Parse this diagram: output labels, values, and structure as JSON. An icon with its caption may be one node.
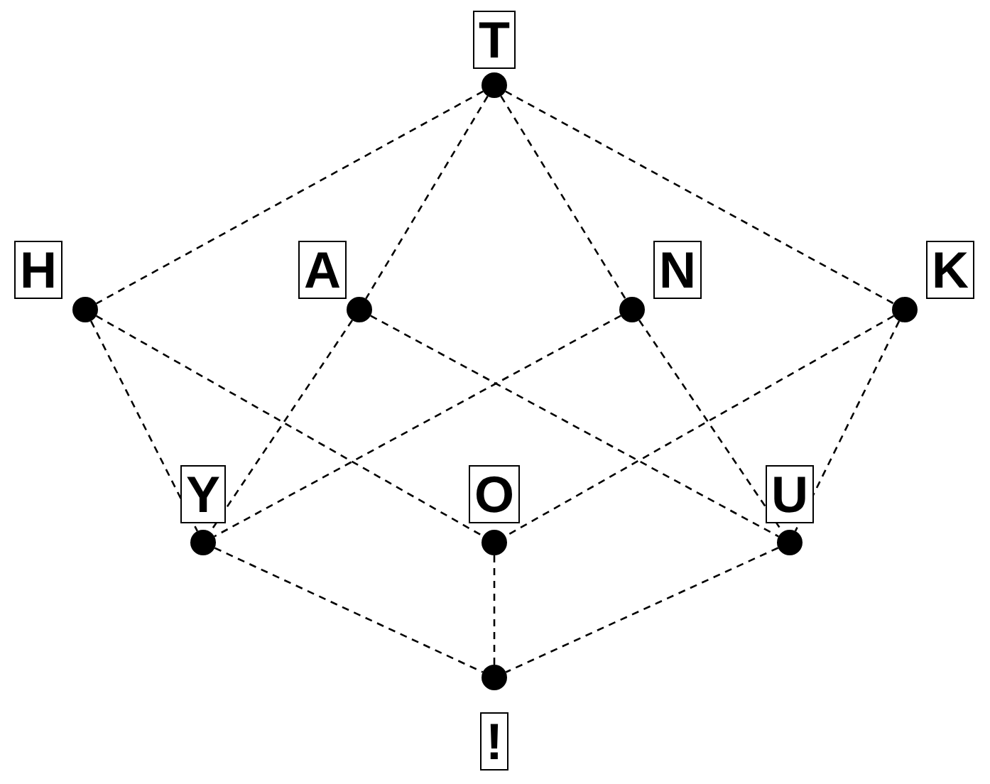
{
  "diagram": {
    "nodes": [
      {
        "text": [],
        "shape": "circle",
        "beside": [
          "T"
        ]
      },
      {
        "text": [],
        "shape": "circle",
        "beside": [
          "H"
        ]
      },
      {
        "text": [],
        "shape": "circle",
        "beside": [
          "A"
        ]
      },
      {
        "text": [],
        "shape": "circle",
        "beside": [
          "N"
        ]
      },
      {
        "text": [],
        "shape": "circle",
        "beside": [
          "K"
        ]
      },
      {
        "text": [],
        "shape": "circle",
        "beside": [
          "Y"
        ]
      },
      {
        "text": [],
        "shape": "circle",
        "beside": [
          "O"
        ]
      },
      {
        "text": [],
        "shape": "circle",
        "beside": [
          "U"
        ]
      },
      {
        "text": [],
        "shape": "circle",
        "beside": [
          "!"
        ]
      }
    ],
    "edges": [
      {
        "from": 0,
        "to": 1,
        "arrow": "none"
      },
      {
        "from": 0,
        "to": 2,
        "arrow": "none"
      },
      {
        "from": 0,
        "to": 3,
        "arrow": "none"
      },
      {
        "from": 0,
        "to": 4,
        "arrow": "none"
      },
      {
        "from": 1,
        "to": 5,
        "arrow": "none"
      },
      {
        "from": 1,
        "to": 6,
        "arrow": "none"
      },
      {
        "from": 2,
        "to": 5,
        "arrow": "none"
      },
      {
        "from": 2,
        "to": 7,
        "arrow": "none"
      },
      {
        "from": 3,
        "to": 5,
        "arrow": "none"
      },
      {
        "from": 3,
        "to": 7,
        "arrow": "none"
      },
      {
        "from": 4,
        "to": 6,
        "arrow": "none"
      },
      {
        "from": 4,
        "to": 7,
        "arrow": "none"
      },
      {
        "from": 5,
        "to": 8,
        "arrow": "none"
      },
      {
        "from": 6,
        "to": 8,
        "arrow": "none"
      },
      {
        "from": 7,
        "to": 8,
        "arrow": "none"
      }
    ]
  }
}
